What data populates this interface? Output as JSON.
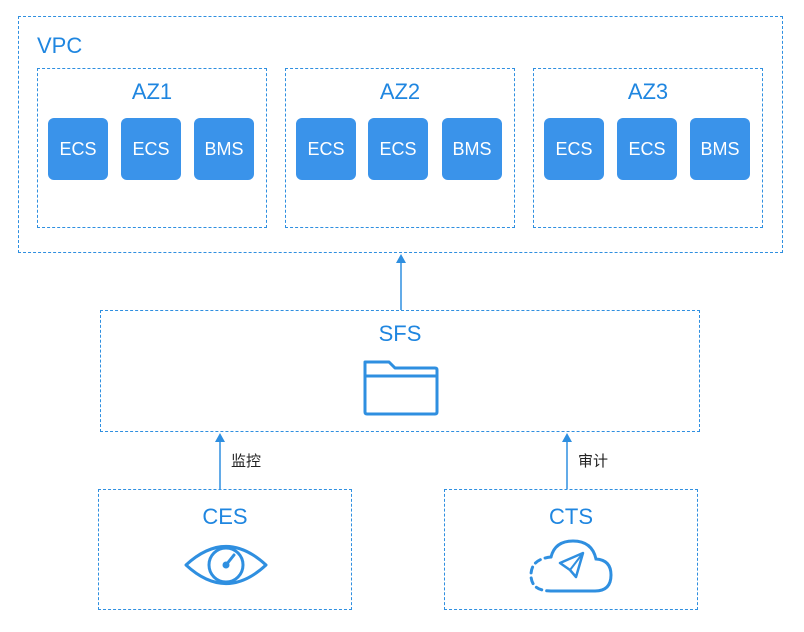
{
  "vpc": {
    "label": "VPC"
  },
  "azs": [
    {
      "label": "AZ1",
      "nodes": [
        "ECS",
        "ECS",
        "BMS"
      ]
    },
    {
      "label": "AZ2",
      "nodes": [
        "ECS",
        "ECS",
        "BMS"
      ]
    },
    {
      "label": "AZ3",
      "nodes": [
        "ECS",
        "ECS",
        "BMS"
      ]
    }
  ],
  "sfs": {
    "label": "SFS",
    "icon": "folder-icon"
  },
  "ces": {
    "label": "CES",
    "icon": "eye-gauge-icon"
  },
  "cts": {
    "label": "CTS",
    "icon": "cloud-send-icon"
  },
  "edges": {
    "ces_to_sfs": "监控",
    "cts_to_sfs": "审计"
  },
  "colors": {
    "accent": "#1f86e0",
    "node_fill": "#3a93ea"
  }
}
